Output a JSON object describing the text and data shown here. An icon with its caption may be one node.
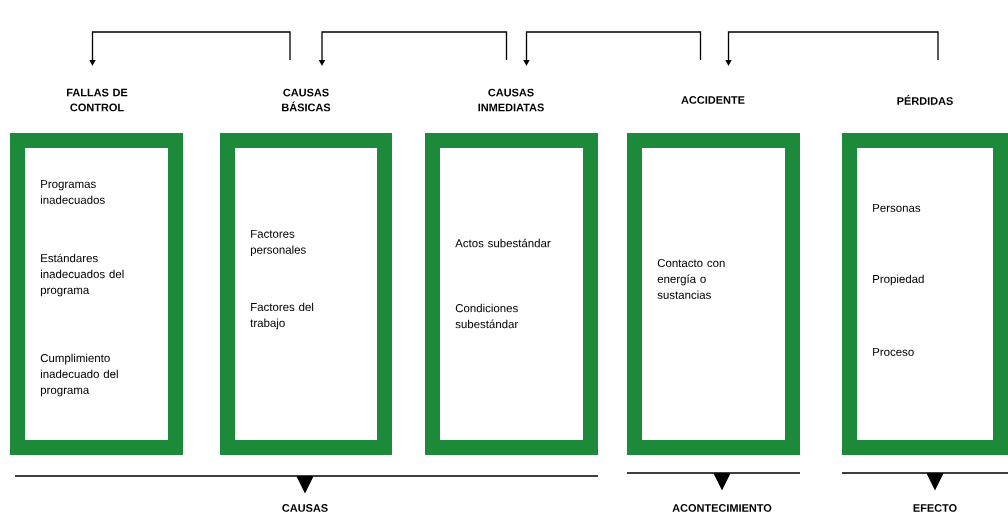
{
  "diagram": {
    "nodes": [
      {
        "text": [
          "FALLAS DE CONTROL",
          "Programas inadecuados",
          "Estándares inadecuados del programa",
          "Cumplimiento inadecuado del programa"
        ]
      },
      {
        "text": [
          "CAUSAS BÁSICAS",
          "Factores personales",
          "Factores del trabajo"
        ]
      },
      {
        "text": [
          "CAUSAS INMEDIATAS",
          "Actos subestándar",
          "Condiciones subestándar"
        ]
      },
      {
        "text": [
          "ACCIDENTE",
          "Contacto con energía o sustancias"
        ]
      },
      {
        "text": [
          "PÉRDIDAS",
          "Personas",
          "Propiedad",
          "Proceso"
        ]
      }
    ],
    "edges": [
      {
        "from": 1,
        "to": 0,
        "arrow": "to"
      },
      {
        "from": 2,
        "to": 1,
        "arrow": "to"
      },
      {
        "from": 3,
        "to": 2,
        "arrow": "to"
      },
      {
        "from": 4,
        "to": 3,
        "arrow": "to"
      }
    ],
    "labels": [
      "CAUSAS",
      "ACONTECIMIENTO",
      "EFECTO"
    ]
  }
}
